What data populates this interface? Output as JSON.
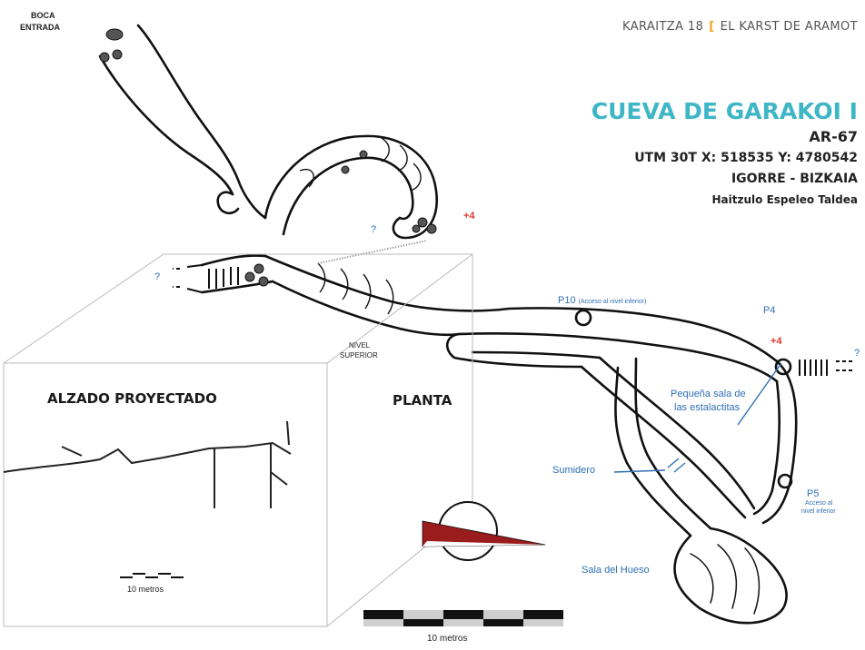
{
  "header": {
    "journal": "KARAITZA 18",
    "separator": "[",
    "section": "EL KARST DE ARAMOT"
  },
  "cave": {
    "title": "CUEVA DE GARAKOI I",
    "code": "AR-67",
    "utm": "UTM 30T  X: 518535  Y: 4780542",
    "location": "IGORRE - BIZKAIA",
    "club": "Haitzulo Espeleo Taldea"
  },
  "labels": {
    "boca": "BOCA",
    "entrada": "ENTRADA",
    "question": "?",
    "plus4": "+4",
    "p10": "P10",
    "p10_note": "(Acceso al nivel inferior)",
    "p4": "P4",
    "nivel": "NIVEL",
    "superior": "SUPERIOR",
    "planta": "PLANTA",
    "pequena_1": "Pequeña sala de",
    "pequena_2": "las estalactitas",
    "sumidero": "Sumidero",
    "p5": "P5",
    "p5_note_1": "Acceso al",
    "p5_note_2": "nivel inferior",
    "sala_hueso": "Sala del Hueso",
    "alzado": "ALZADO PROYECTADO",
    "scale_small": "10 metros",
    "scale_big": "10 metros"
  },
  "colors": {
    "accent": "#3fb6c6",
    "header_sep": "#f0a020",
    "label_blue": "#2f6fb4",
    "label_red": "#e0362c",
    "north_arrow": "#9b1c1c"
  }
}
